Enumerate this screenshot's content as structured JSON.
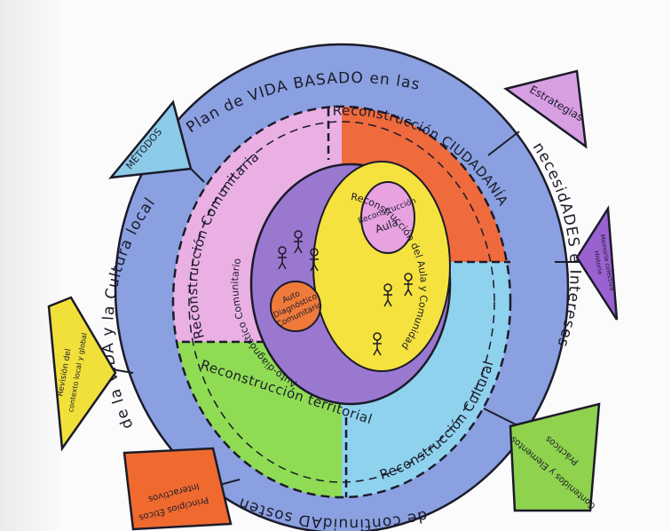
{
  "outer_ring": {
    "top_text": "Plan de VIDA BASADO en las",
    "right_text": "necesidADES e Intereses",
    "left_text": "de la VIDA y la Cultura local",
    "bottom_text": "de continuidAD sostenible"
  },
  "sections": {
    "comunitaria": "Reconstrucción Comunitaria",
    "ciudadania": "Reconstrucción CIUDADANÍA",
    "cultural": "Reconstrucción Cultural",
    "territorial": "Reconstrucción territorial"
  },
  "inner": {
    "purple_arc_text": "Auto-diagnóstico Comunitario",
    "yellow_arc_text": "Reconstrucción del Aula y Comunidad",
    "pink_label_1": "Reconstrucción",
    "pink_label_2": "Aula",
    "orange_label_1": "Auto",
    "orange_label_2": "Diagnóstico",
    "orange_label_3": "Comunitario"
  },
  "funnels": {
    "metodos": "MÉTODOS",
    "estrategias": "Estrategias",
    "memoria_1": "Memoria colectiva",
    "memoria_2": "Historia",
    "contenidos_1": "Contenidos y Elementos",
    "contenidos_2": "Prácticos",
    "principios_1": "Principios Éticos",
    "principios_2": "Interactivos",
    "revision_1": "Revisión del",
    "revision_2": "contexto local y global"
  },
  "colors": {
    "outer_ring": "#8aa0e0",
    "comunitaria": "#eab0e4",
    "ciudadania": "#ef6a3c",
    "cultural": "#8fd2ee",
    "territorial": "#8fdc54",
    "inner_purple": "#9a78d0",
    "inner_yellow": "#f6e23e",
    "inner_pink": "#e8a2e0",
    "inner_orange": "#ef7a3c",
    "funnel_blue": "#8ccbe8",
    "funnel_pink": "#d89ee2",
    "funnel_purple": "#9a62d0",
    "funnel_green": "#8ed24e",
    "funnel_orange": "#f06a30",
    "funnel_yellow": "#f2e03a"
  },
  "icons": [
    "stick-figure-icon"
  ]
}
